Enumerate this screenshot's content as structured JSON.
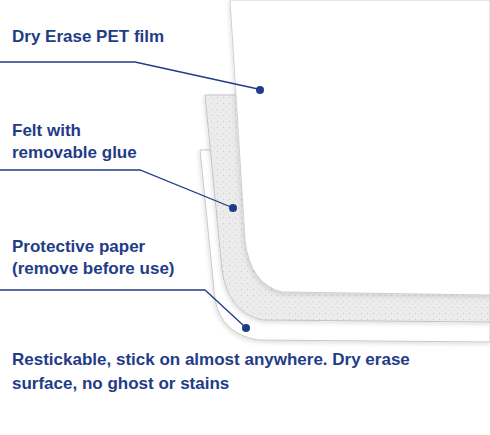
{
  "diagram": {
    "labels": [
      "Dry Erase PET film",
      "Felt with removable glue",
      "Protective paper (remove before use)",
      "Restickable, stick on almost anywhere. Dry erase surface, no ghost or stains"
    ]
  }
}
